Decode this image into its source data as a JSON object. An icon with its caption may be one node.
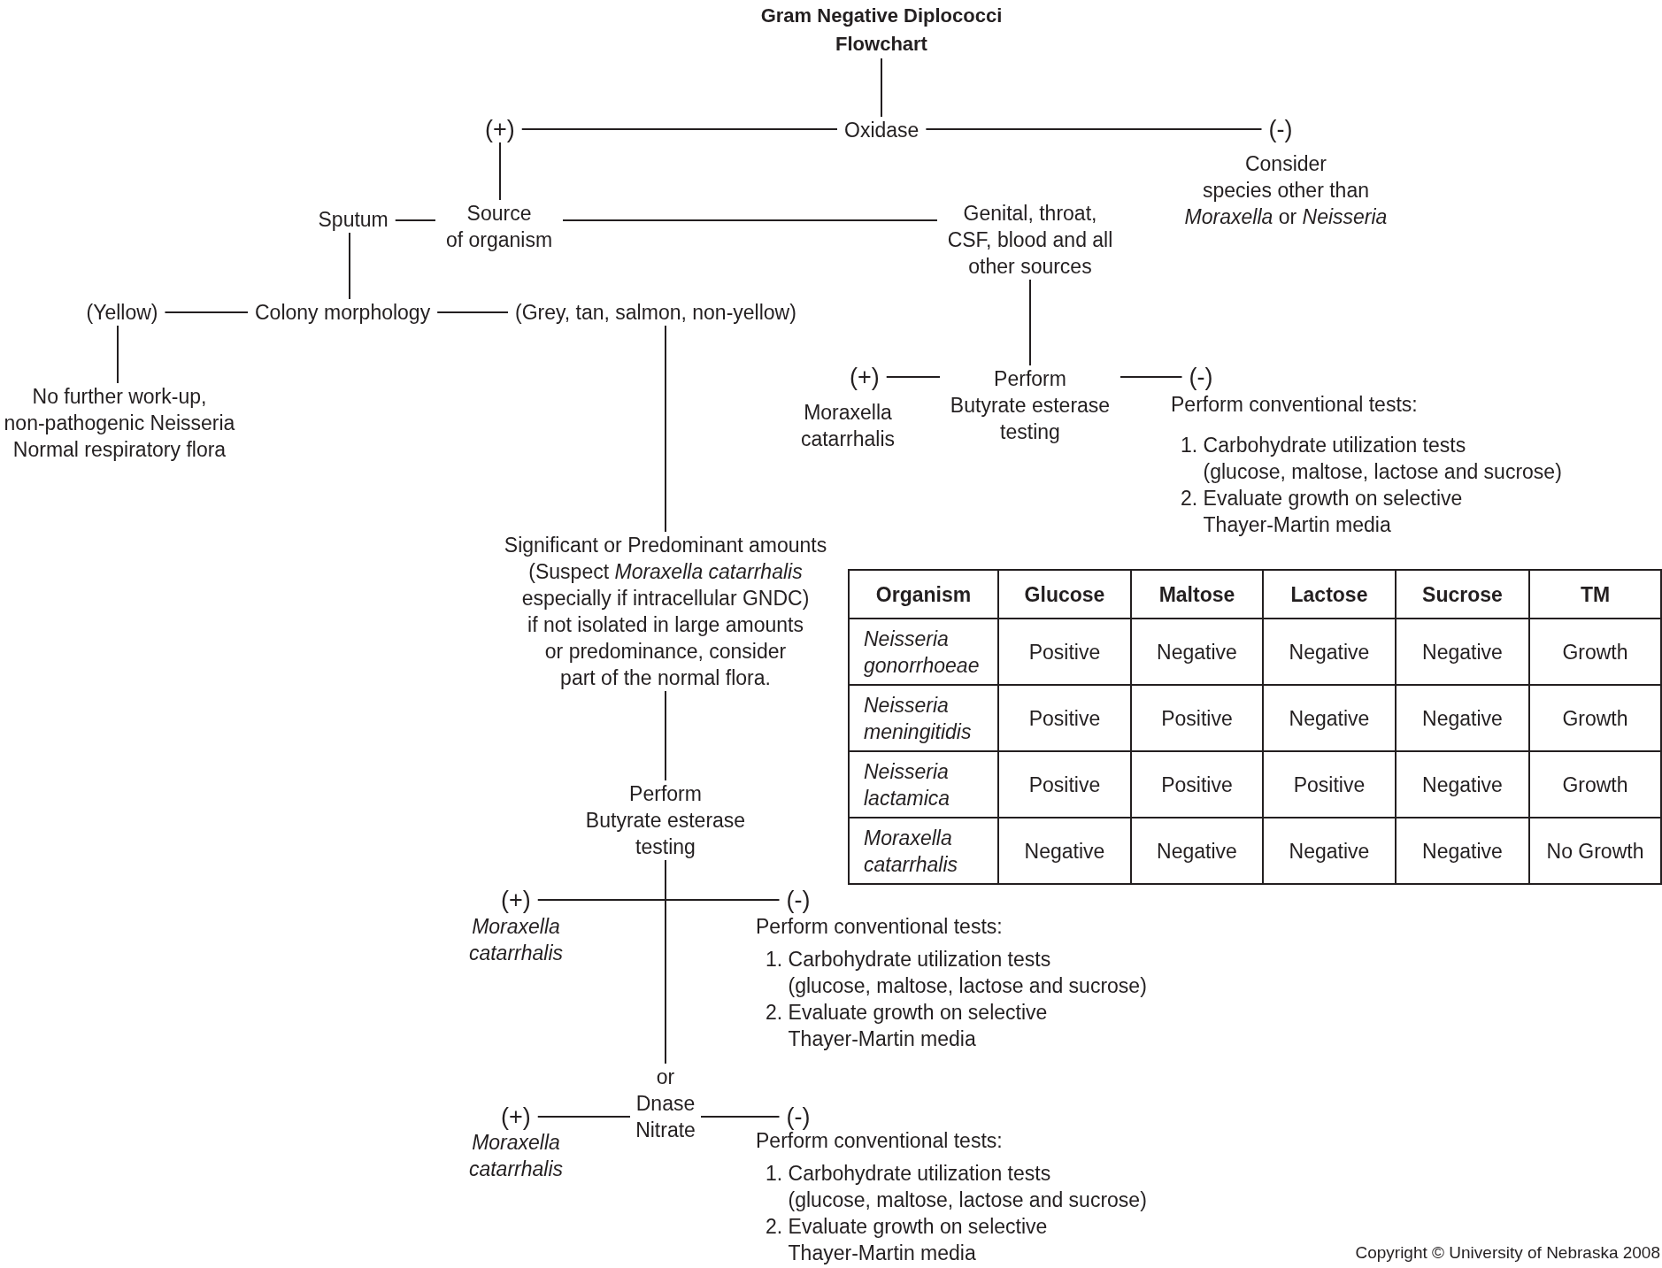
{
  "diagram": {
    "nodes": [
      {
        "text": [
          "Gram Negative Diplococci Flowchart"
        ]
      },
      {
        "text": [
          "(+)"
        ]
      },
      {
        "text": [
          "Oxidase"
        ]
      },
      {
        "text": [
          "(-)"
        ],
        "beside": [
          "Consider species other than *Moraxella* or *Neisseria*"
        ]
      },
      {
        "text": [
          "Sputum"
        ]
      },
      {
        "text": [
          "Source of organism"
        ]
      },
      {
        "text": [
          "Genital, throat, CSF, blood and all other sources"
        ]
      },
      {
        "text": [
          "(Yellow)"
        ]
      },
      {
        "text": [
          "Colony morphology"
        ]
      },
      {
        "text": [
          "(Grey, tan, salmon, non-yellow)"
        ]
      },
      {
        "text": [
          "(+)"
        ],
        "beside": [
          "Moraxella catarrhalis"
        ]
      },
      {
        "text": [
          "Perform Butyrate esterase testing"
        ]
      },
      {
        "text": [
          "(-)"
        ],
        "beside": [
          "Perform conventional tests:",
          "1. Carbohydrate utilization tests (glucose, maltose, lactose and sucrose)",
          "2. Evaluate growth on selective Thayer-Martin media"
        ]
      },
      {
        "text": [
          "No further work-up, non-pathogenic Neisseria Normal respiratory flora"
        ]
      },
      {
        "text": [
          "Significant or Predominant amounts (Suspect *Moraxella catarrhalis* especially if intracellular GNDC) if not isolated in large amounts or predominance, consider part of the normal flora."
        ]
      },
      {
        "text": [
          "Perform Butyrate esterase testing"
        ]
      },
      {
        "text": [
          "(+)"
        ],
        "beside": [
          "Moraxella catarrhalis"
        ]
      },
      {
        "text": [
          "(-)"
        ],
        "beside": [
          "Perform conventional tests:",
          "1. Carbohydrate utilization tests (glucose, maltose, lactose and sucrose)",
          "2. Evaluate growth on selective Thayer-Martin media"
        ]
      },
      {
        "text": [
          "or",
          "Dnase Nitrate"
        ]
      },
      {
        "text": [
          "(+)"
        ],
        "beside": [
          "Moraxella catarrhalis"
        ]
      },
      {
        "text": [
          "(-)"
        ],
        "beside": [
          "Perform conventional tests:",
          "1. Carbohydrate utilization tests (glucose, maltose, lactose and sucrose)",
          "2. Evaluate growth on selective Thayer-Martin media"
        ]
      }
    ],
    "edges": [
      {
        "from": 0,
        "to": 2,
        "arrow": "none"
      },
      {
        "from": 2,
        "to": 1,
        "arrow": "none"
      },
      {
        "from": 2,
        "to": 3,
        "arrow": "none"
      },
      {
        "from": 1,
        "to": 5,
        "arrow": "none"
      },
      {
        "from": 5,
        "to": 4,
        "arrow": "none"
      },
      {
        "from": 5,
        "to": 6,
        "arrow": "none"
      },
      {
        "from": 4,
        "to": 8,
        "arrow": "none"
      },
      {
        "from": 8,
        "to": 7,
        "arrow": "none"
      },
      {
        "from": 8,
        "to": 9,
        "arrow": "none"
      },
      {
        "from": 7,
        "to": 13,
        "arrow": "none"
      },
      {
        "from": 9,
        "to": 14,
        "arrow": "none"
      },
      {
        "from": 6,
        "to": 11,
        "arrow": "none"
      },
      {
        "from": 11,
        "to": 10,
        "arrow": "none"
      },
      {
        "from": 11,
        "to": 12,
        "arrow": "none"
      },
      {
        "from": 14,
        "to": 15,
        "arrow": "none"
      },
      {
        "from": 15,
        "to": 16,
        "arrow": "none"
      },
      {
        "from": 15,
        "to": 17,
        "arrow": "none"
      },
      {
        "from": 15,
        "to": 18,
        "arrow": "none"
      },
      {
        "from": 18,
        "to": 19,
        "arrow": "none"
      },
      {
        "from": 18,
        "to": 20,
        "arrow": "none"
      }
    ],
    "labels": [
      "Organism",
      "Glucose",
      "Maltose",
      "Lactose",
      "Sucrose",
      "TM",
      "Neisseria gonorrhoeae",
      "Positive",
      "Negative",
      "Negative",
      "Negative",
      "Growth",
      "Neisseria meningitidis",
      "Positive",
      "Positive",
      "Negative",
      "Negative",
      "Growth",
      "Neisseria lactamica",
      "Positive",
      "Positive",
      "Positive",
      "Negative",
      "Growth",
      "Moraxella catarrhalis",
      "Negative",
      "Negative",
      "Negative",
      "Negative",
      "No Growth",
      "Copyright © University of Nebraska 2008"
    ]
  }
}
